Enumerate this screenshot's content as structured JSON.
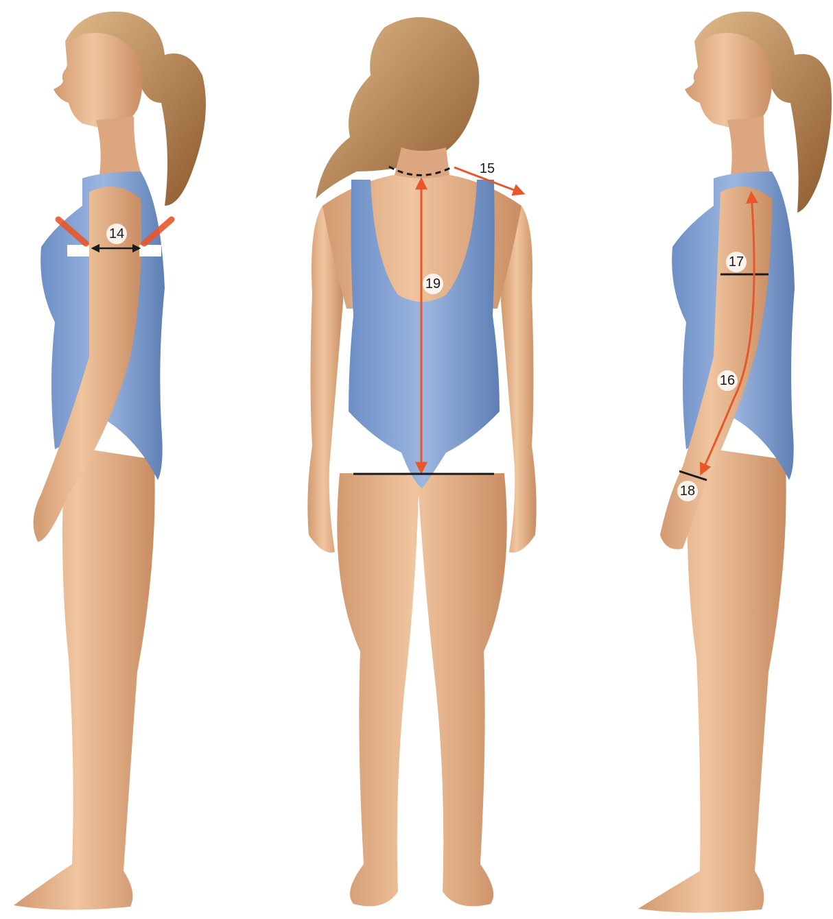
{
  "figures": [
    {
      "id": "side-left",
      "view": "side"
    },
    {
      "id": "back",
      "view": "back"
    },
    {
      "id": "side-right",
      "view": "side"
    }
  ],
  "measurements": [
    {
      "id": "m14",
      "label": "14",
      "color": "#1a1a1a"
    },
    {
      "id": "m15",
      "label": "15",
      "color": "#e8562a"
    },
    {
      "id": "m16",
      "label": "16",
      "color": "#e8562a"
    },
    {
      "id": "m17",
      "label": "17",
      "color": "#1a1a1a"
    },
    {
      "id": "m18",
      "label": "18",
      "color": "#1a1a1a"
    },
    {
      "id": "m19",
      "label": "19",
      "color": "#e8562a"
    }
  ],
  "colors": {
    "skin": "#e9b890",
    "skin_shadow": "#c98d63",
    "swimsuit": "#7f9fd1",
    "swimsuit_shadow": "#5e7fb5",
    "hair": "#b07a45",
    "hair_light": "#e0b98a",
    "arrow": "#e8562a",
    "line": "#1a1a1a"
  }
}
